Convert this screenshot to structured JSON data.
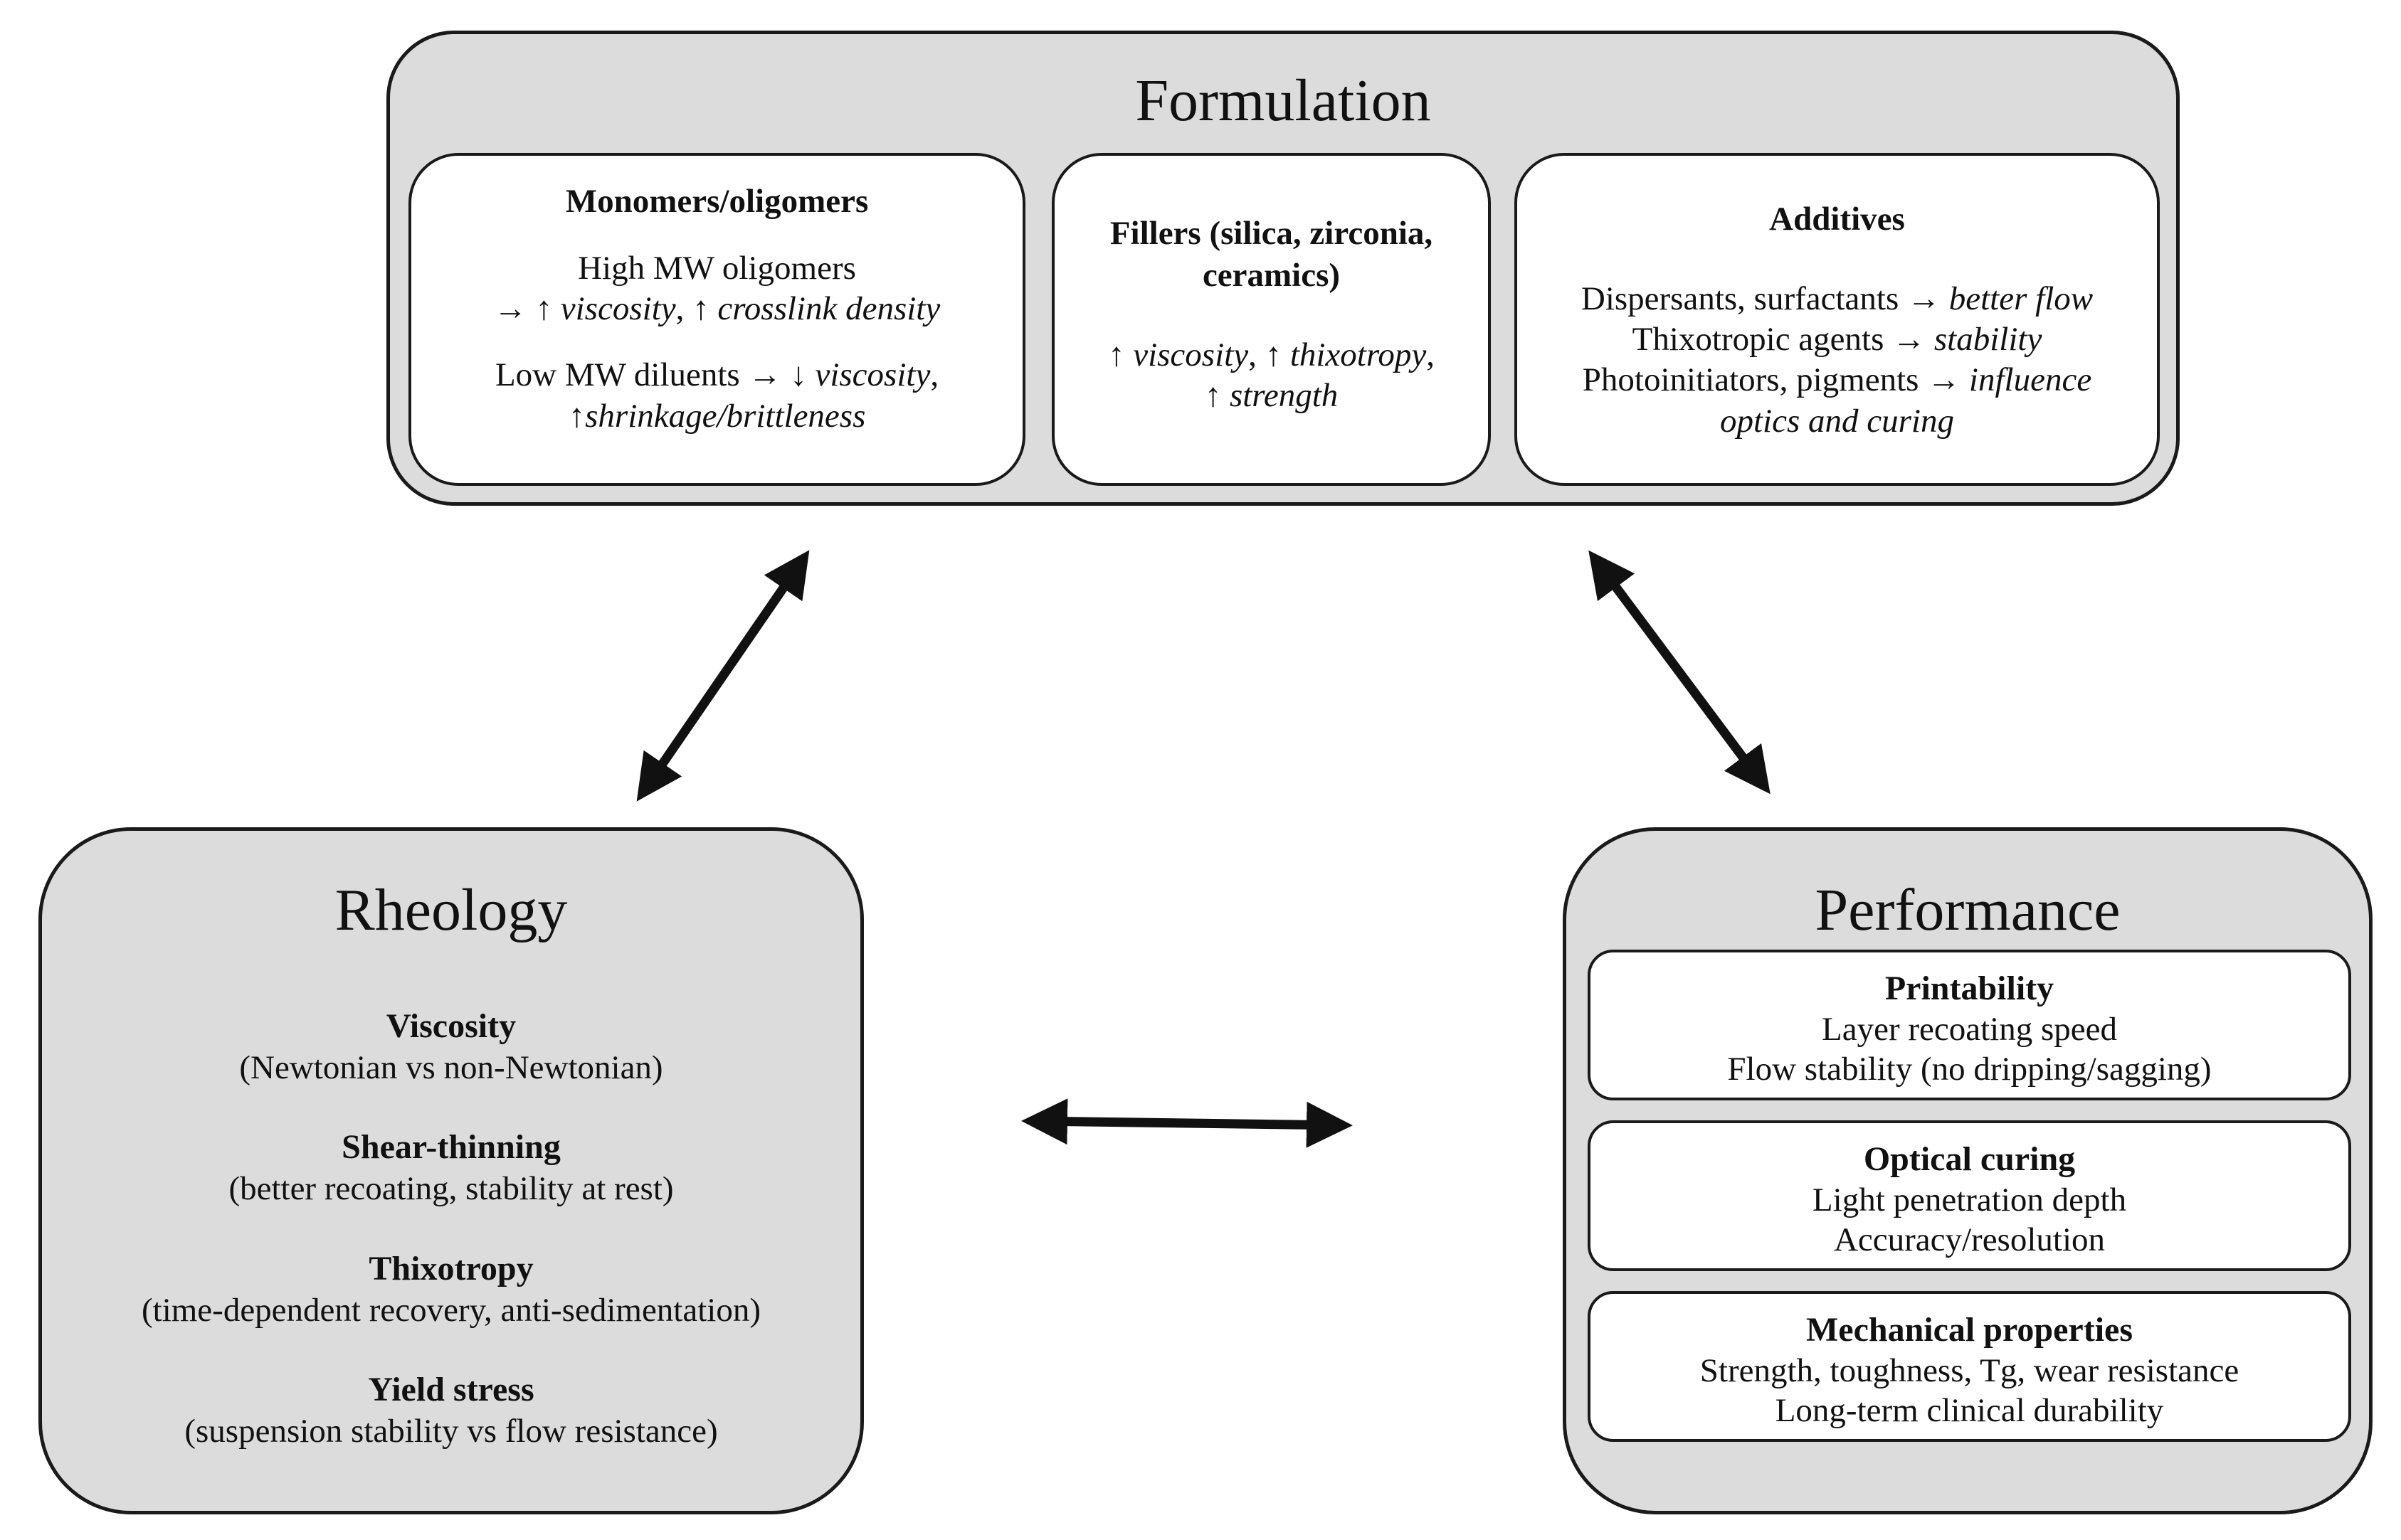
{
  "formulation": {
    "title": "Formulation",
    "monomers": {
      "title": "Monomers/oligomers",
      "high_mw": "High MW oligomers",
      "high_mw_effect_arrow": "→ ↑ ",
      "high_mw_effect_1": "viscosity",
      "high_mw_effect_sep": ", ↑ ",
      "high_mw_effect_2": "crosslink density",
      "low_mw": "Low MW diluents → ↓ ",
      "low_mw_effect_1": "viscosity",
      "low_mw_effect_sep": ",",
      "low_mw_effect_arrow2": "↑",
      "low_mw_effect_2": "shrinkage/brittleness"
    },
    "fillers": {
      "title_line1": "Fillers (silica, zirconia,",
      "title_line2": "ceramics)",
      "effect_arrow1": "↑ ",
      "effect_1": "viscosity",
      "effect_sep": ", ↑ ",
      "effect_2": "thixotropy",
      "effect_comma": ",",
      "effect_arrow3": "↑ ",
      "effect_3": "strength"
    },
    "additives": {
      "title": "Additives",
      "line1_text": "Dispersants, surfactants → ",
      "line1_effect": "better flow",
      "line2_text": "Thixotropic agents → ",
      "line2_effect": "stability",
      "line3_text": "Photoinitiators, pigments → ",
      "line3_effect": "influence",
      "line4_effect": "optics and curing"
    }
  },
  "rheology": {
    "title": "Rheology",
    "items": [
      {
        "title": "Viscosity",
        "detail": "(Newtonian vs non-Newtonian)"
      },
      {
        "title": "Shear-thinning",
        "detail": "(better recoating, stability at rest)"
      },
      {
        "title": "Thixotropy",
        "detail": "(time-dependent recovery, anti-sedimentation)"
      },
      {
        "title": "Yield stress",
        "detail": "(suspension stability vs flow resistance)"
      }
    ]
  },
  "performance": {
    "title": "Performance",
    "cards": [
      {
        "title": "Printability",
        "line1": "Layer recoating speed",
        "line2": "Flow stability (no dripping/sagging)"
      },
      {
        "title": "Optical curing",
        "line1": "Light penetration depth",
        "line2": "Accuracy/resolution"
      },
      {
        "title": "Mechanical properties",
        "line1": "Strength, toughness, Tg, wear resistance",
        "line2": "Long-term clinical durability"
      }
    ]
  },
  "colors": {
    "panel_fill": "#dcdcdc",
    "card_fill": "#ffffff",
    "stroke": "#1a1a1a"
  }
}
